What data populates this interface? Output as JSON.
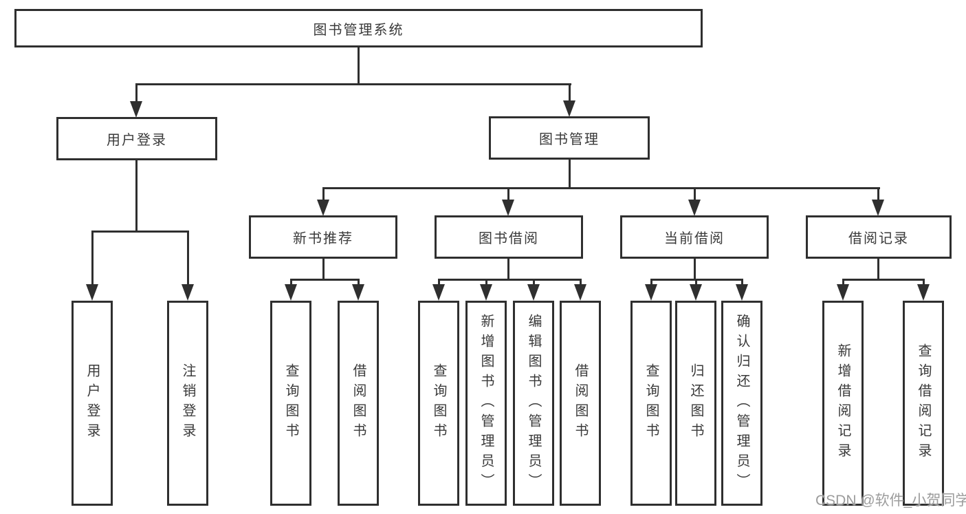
{
  "colors": {
    "line": "#2f2f2f",
    "text": "#3a3a3a",
    "watermark": "#9c9c9c",
    "background": "#ffffff"
  },
  "watermark": {
    "text": "CSDN @软件_小贺同学"
  },
  "tree": {
    "root": {
      "label": "图书管理系统",
      "children": [
        {
          "label": "用户登录",
          "children": [
            {
              "label": "用户登录"
            },
            {
              "label": "注销登录"
            }
          ]
        },
        {
          "label": "图书管理",
          "children": [
            {
              "label": "新书推荐",
              "children": [
                {
                  "label": "查询图书"
                },
                {
                  "label": "借阅图书"
                }
              ]
            },
            {
              "label": "图书借阅",
              "children": [
                {
                  "label": "查询图书"
                },
                {
                  "label": "新增图书（管理员）"
                },
                {
                  "label": "编辑图书（管理员）"
                },
                {
                  "label": "借阅图书"
                }
              ]
            },
            {
              "label": "当前借阅",
              "children": [
                {
                  "label": "查询图书"
                },
                {
                  "label": "归还图书"
                },
                {
                  "label": "确认归还（管理员）"
                }
              ]
            },
            {
              "label": "借阅记录",
              "children": [
                {
                  "label": "新增借阅记录"
                },
                {
                  "label": "查询借阅记录"
                }
              ]
            }
          ]
        }
      ]
    }
  }
}
